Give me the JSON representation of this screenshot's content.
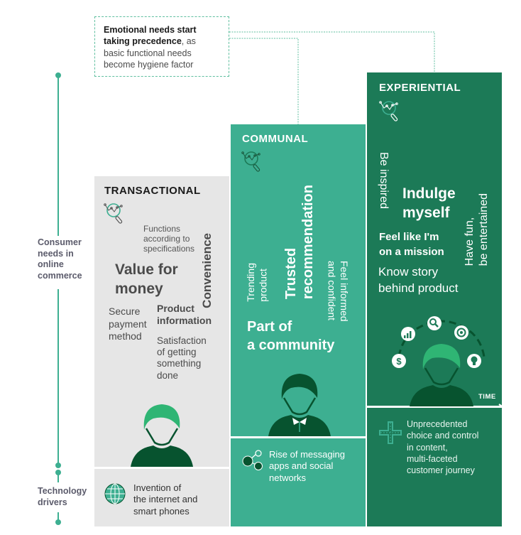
{
  "callout": {
    "bold_text": "Emotional needs start\ntaking precedence",
    "normal_text": ", as\nbasic functional needs\nbecome hygiene factor",
    "line1_bold": "Emotional needs start",
    "line2_bold": "taking precedence",
    "line2_rest": ", as",
    "line3": "basic functional needs",
    "line4": "become hygiene factor"
  },
  "axis": {
    "consumer_needs_label": "Consumer\nneeds in\nonline\ncommerce",
    "technology_drivers_label": "Technology\ndrivers",
    "time_label": "TIME"
  },
  "colors": {
    "transactional_bg": "#e6e6e6",
    "communal_bg": "#3daf91",
    "experiential_bg": "#1c7a57",
    "dark_green": "#07532f",
    "accent_green": "#2fb574",
    "timeline": "#3daf91"
  },
  "columns": {
    "transactional": {
      "title": "TRANSACTIONAL",
      "icon": "magnifier-chart-icon",
      "needs": {
        "functions": "Functions\naccording to\nspecifications",
        "convenience": "Convenience",
        "value": "Value for\nmoney",
        "secure": "Secure\npayment\nmethod",
        "product_info": "Product\ninformation",
        "satisfaction": "Satisfaction\nof getting\nsomething\ndone"
      },
      "driver_icon": "globe-icon",
      "driver": "Invention of\nthe internet and\nsmart phones"
    },
    "communal": {
      "title": "COMMUNAL",
      "icon": "magnifier-chart-icon",
      "needs": {
        "trending": "Trending\nproduct",
        "trusted": "Trusted\nrecommendation",
        "feel_informed": "Feel informed\nand confident",
        "part_of": "Part of\na community"
      },
      "driver_icon": "share-network-icon",
      "driver": "Rise of messaging\napps and social\nnetworks"
    },
    "experiential": {
      "title": "EXPERIENTIAL",
      "icon": "magnifier-chart-icon",
      "needs": {
        "be_inspired": "Be inspired",
        "indulge": "Indulge\nmyself",
        "mission": "Feel like I'm\non a mission",
        "have_fun": "Have fun,\nbe entertained",
        "story": "Know story\nbehind product"
      },
      "driver_icon": "crossroads-icon",
      "driver": "Unprecedented\nchoice and control\nin content,\nmulti-faceted\ncustomer journey"
    }
  }
}
